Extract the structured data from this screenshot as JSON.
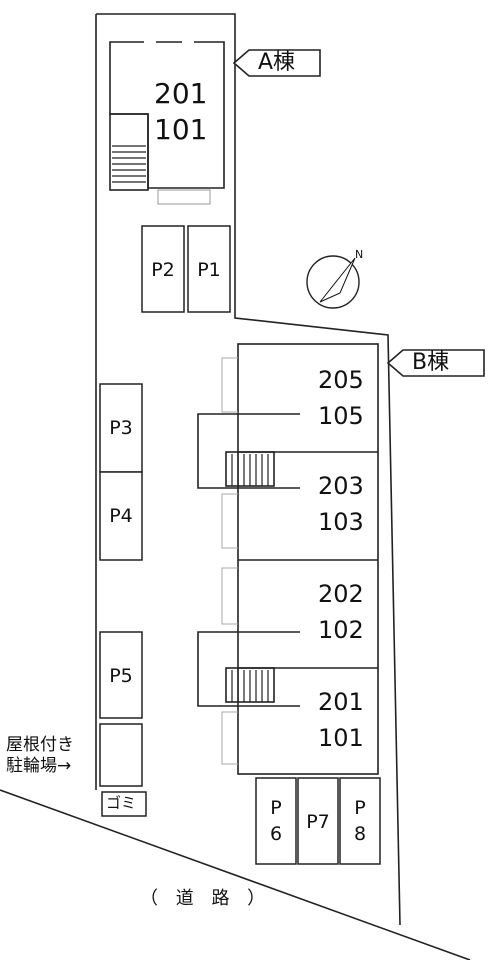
{
  "buildings": {
    "a": {
      "tag": "A棟",
      "units": [
        "201",
        "101"
      ]
    },
    "b": {
      "tag": "B棟",
      "units": [
        [
          "205",
          "105"
        ],
        [
          "203",
          "103"
        ],
        [
          "202",
          "102"
        ],
        [
          "201",
          "101"
        ]
      ]
    }
  },
  "parking": [
    "P1",
    "P2",
    "P3",
    "P4",
    "P5",
    "P\n6",
    "P7",
    "P\n8"
  ],
  "bicycle_parking": "屋根付き\n駐輪場→",
  "garbage": "ゴミ",
  "road": "（ 道 路 ）",
  "compass": "N"
}
